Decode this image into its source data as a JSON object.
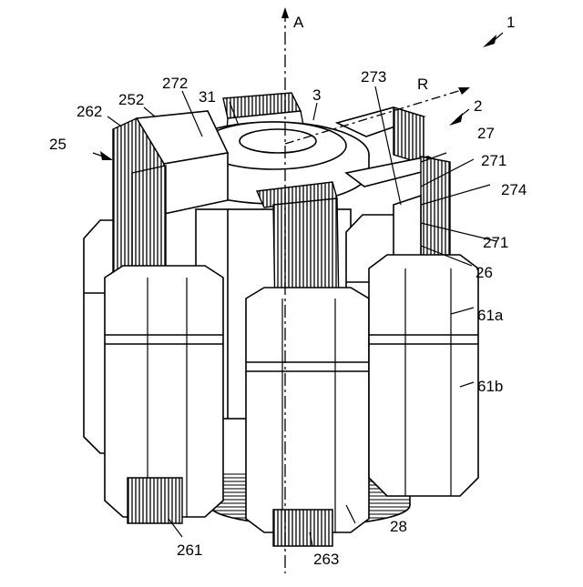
{
  "labels": {
    "fig": "1",
    "axis": "A",
    "radial": "R",
    "l2": "2",
    "l3": "3",
    "l25": "25",
    "l26": "26",
    "l27": "27",
    "l28": "28",
    "l31": "31",
    "l252": "252",
    "l261": "261",
    "l262": "262",
    "l263": "263",
    "l271a": "271",
    "l271b": "271",
    "l272": "272",
    "l273": "273",
    "l274": "274",
    "l61a": "61a",
    "l61b": "61b"
  }
}
